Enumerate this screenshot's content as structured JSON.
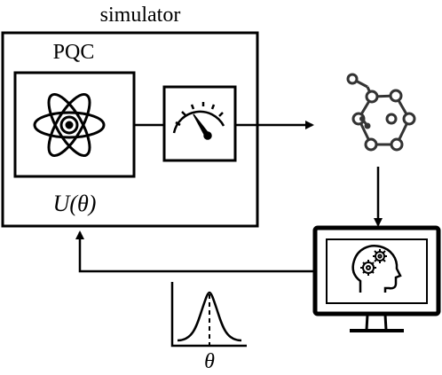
{
  "diagram": {
    "simulator_label": "simulator",
    "pqc_label": "PQC",
    "unitary_label": "U(θ)",
    "theta_label": "θ"
  },
  "icons": {
    "atom": "atom-icon",
    "gauge": "gauge-meter-icon",
    "molecule": "molecule-graph-icon",
    "computer": "monitor-head-gears-icon",
    "distribution": "gaussian-distribution-icon"
  }
}
